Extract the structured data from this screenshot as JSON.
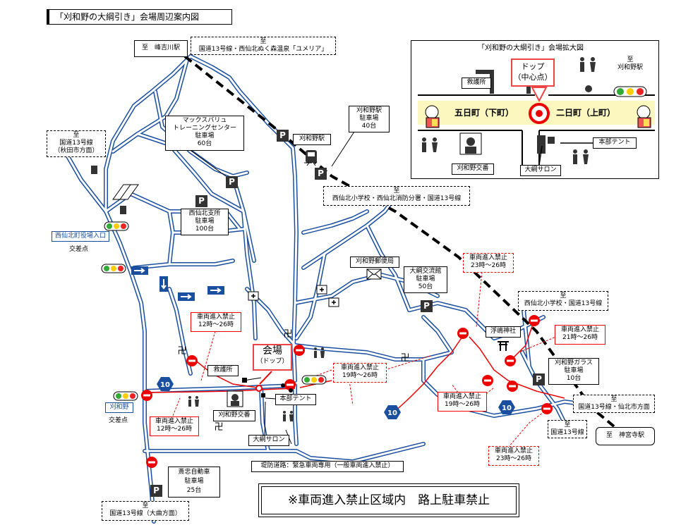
{
  "title": "「刈和野の大綱引き」会場周辺案内図",
  "directions": {
    "mineyoshikawa": "至　峰吉川駅",
    "yumeria_1": "至",
    "yumeria_2": "国道13号線・西仙北ぬく森温泉「ユメリア」",
    "akita_1": "至",
    "akita_2": "国道13号線",
    "akita_3": "（秋田市方面）",
    "school_1": "至",
    "school_2": "西仙北小学校・西仙北消防分署・国道13号線",
    "school_e_1": "至",
    "school_e_2": "西仙北小学校・国道13号線",
    "senboku_1": "至",
    "senboku_2": "国道13号線・仙北市方面",
    "route13_1": "至",
    "route13_2": "国道13号線",
    "jingu": "至　神宮寺駅",
    "omagari_1": "至",
    "omagari_2": "国道13号線（大曲方面）"
  },
  "places": {
    "maxvalu_1": "マックスバリュ",
    "maxvalu_2": "トレーニングセンター",
    "maxvalu_3": "駐車場",
    "maxvalu_4": "60台",
    "station_parking_1": "刈和野駅",
    "station_parking_2": "駐車場",
    "station_parking_3": "40台",
    "station": "刈和野駅",
    "branch_1": "西仙北支所",
    "branch_2": "駐車場",
    "branch_3": "100台",
    "town_office": "西仙北町役場入口",
    "intersection": "交差点",
    "karuwano_signal": "刈和野",
    "post_office": "刈和野郵便局",
    "exchange_1": "大綱交流館",
    "exchange_2": "駐車場",
    "exchange_3": "50台",
    "shrine": "浮嶋神社",
    "glass_1": "刈和野ガラス",
    "glass_2": "駐車場",
    "glass_3": "10台",
    "aid": "救護所",
    "koban": "刈和野交番",
    "hq_tent": "本部テント",
    "salon": "大綱サロン",
    "levee": "堤防道路：緊急車両専用（一般車両進入禁止）",
    "saichu_1": "斎忠自動車",
    "saichu_2": "駐車場",
    "saichu_3": "25台",
    "venue_1": "会場",
    "venue_2": "（ドップ）"
  },
  "restrictions": {
    "r1_1": "車両進入禁止",
    "r1_2": "12時～26時",
    "r2_1": "車両進入禁止",
    "r2_2": "12時～26時",
    "r3_1": "車両進入禁止",
    "r3_2": "19時～26時",
    "r4_1": "車両進入禁止",
    "r4_2": "23時～26時",
    "r5_1": "車両進入禁止",
    "r5_2": "21時～26時",
    "r6_1": "車両進入禁止",
    "r6_2": "19時～26時",
    "r7_1": "車両進入禁止",
    "r7_2": "23時～26時"
  },
  "speed_limit": "10",
  "parking_symbol": "P",
  "notice": "※車両進入禁止区域内　路上駐車禁止",
  "inset": {
    "title": "「刈和野の大綱引き」会場拡大図",
    "dop_1": "ドップ",
    "dop_2": "（中心点）",
    "to_station_1": "至",
    "to_station_2": "刈和野駅",
    "aid": "救護所",
    "itsuka": "五日町（下町）",
    "futsuka": "二日町（上町）",
    "hq_tent": "本部テント",
    "koban": "刈和野交番",
    "salon": "大綱サロン"
  },
  "colors": {
    "road": "#1a4fa0",
    "restriction": "#e00000",
    "venue_band": "#fcf6bf",
    "rail": "#000000"
  }
}
